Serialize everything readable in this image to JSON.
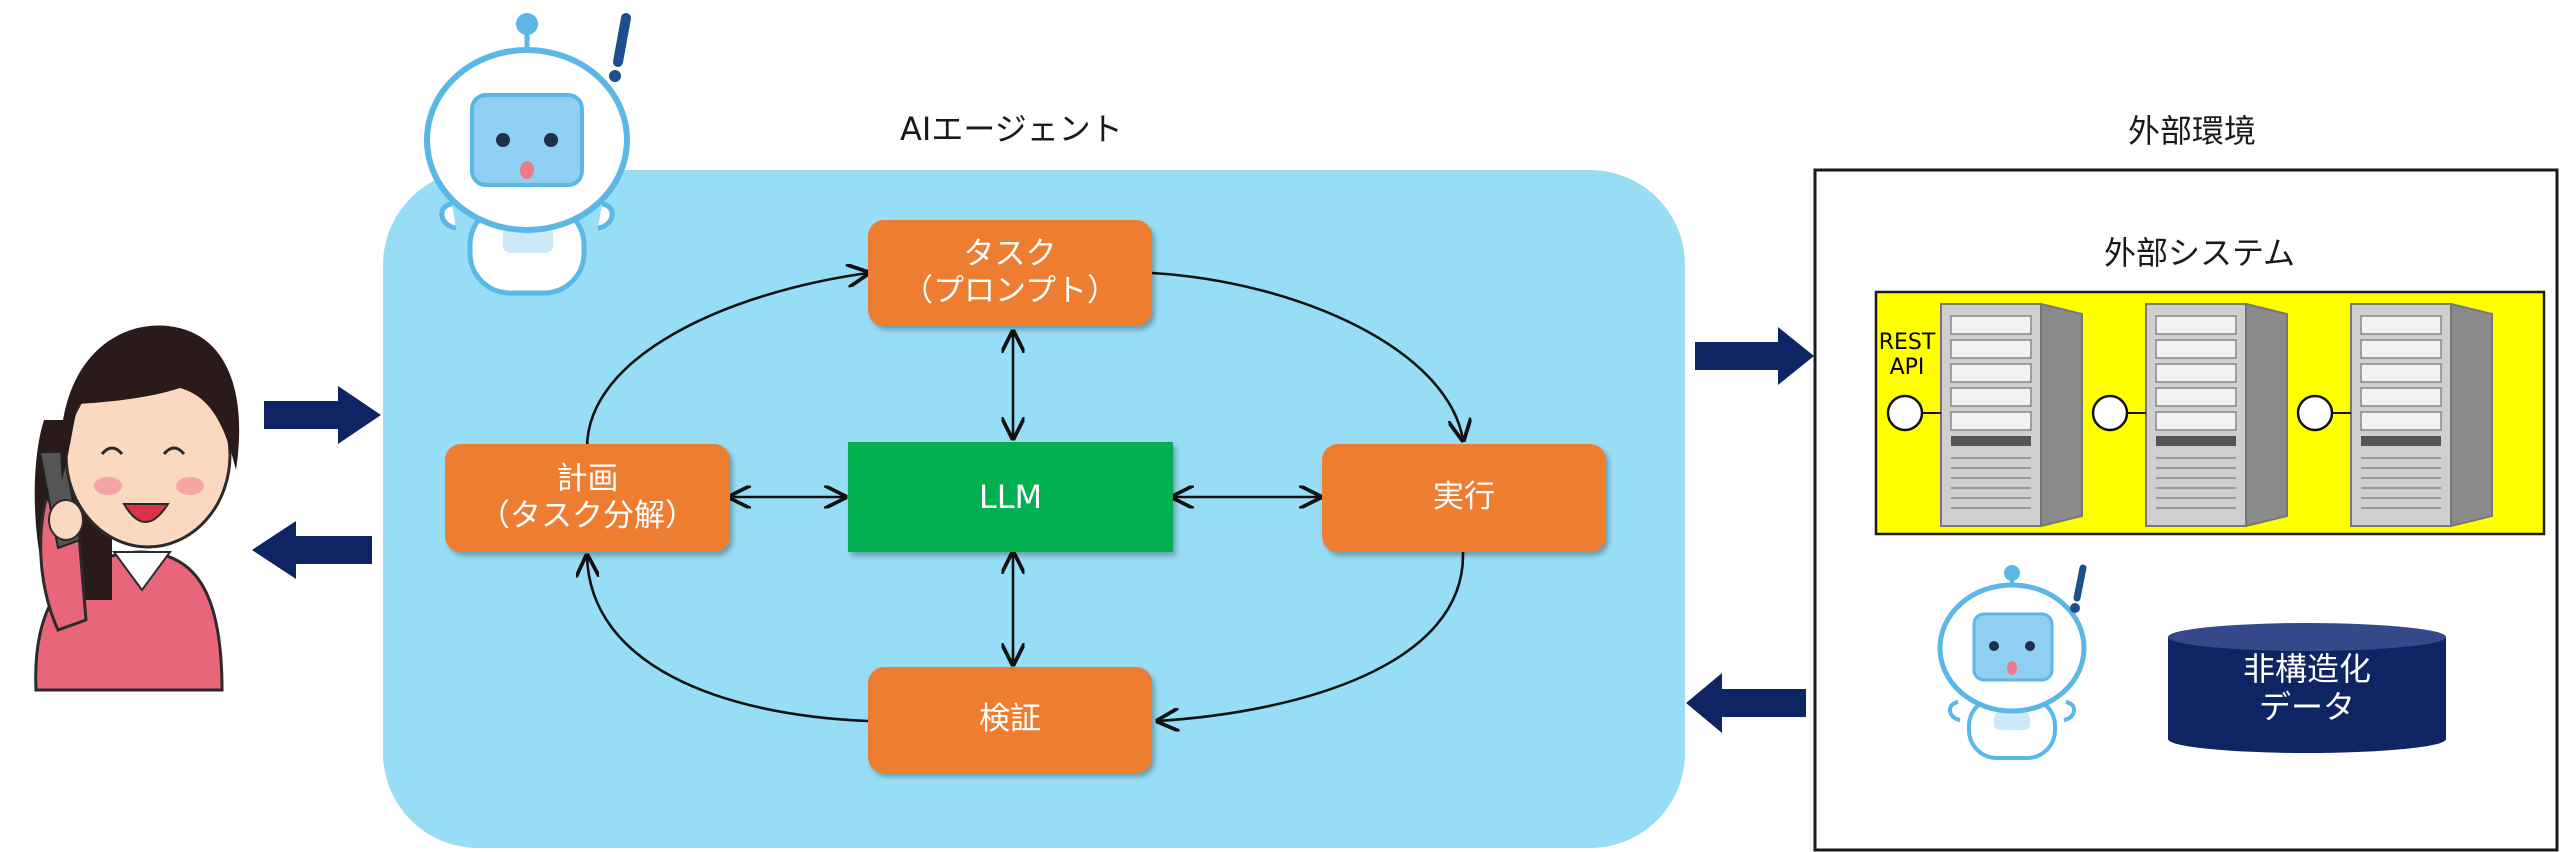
{
  "agent": {
    "title": "AIエージェント",
    "tasks": {
      "task": {
        "line1": "タスク",
        "line2": "（プロンプト）"
      },
      "plan": {
        "line1": "計画",
        "line2": "（タスク分解）"
      },
      "execute": {
        "line1": "実行"
      },
      "verify": {
        "line1": "検証"
      }
    },
    "llm": "LLM"
  },
  "external": {
    "title": "外部環境",
    "system_title": "外部システム",
    "rest_api": {
      "line1": "REST",
      "line2": "API"
    },
    "database": {
      "line1": "非構造化",
      "line2": "データ"
    }
  },
  "colors": {
    "agent_panel": "#97DDF5",
    "task_box": "#ED7D31",
    "llm_box": "#00B050",
    "system_panel": "#FFFF00",
    "database": "#0F2462",
    "flow_arrow": "#0F2462"
  }
}
